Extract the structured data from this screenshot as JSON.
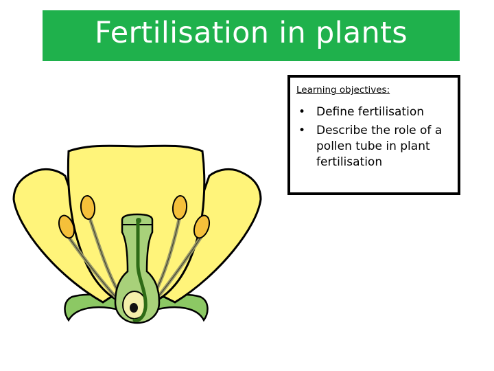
{
  "slide": {
    "title": "Fertilisation in plants",
    "colors": {
      "title_background": "#1fb14c",
      "title_text": "#ffffff",
      "petal_fill": "#fff47a",
      "anther_fill": "#f5c03a",
      "pistil_fill": "#a8d17a",
      "pollen_tube": "#2e6b16"
    }
  },
  "objectives": {
    "heading": "Learning objectives:",
    "items": [
      {
        "text": "Define fertilisation"
      },
      {
        "text": "Describe the role of a pollen tube in plant fertilisation"
      }
    ]
  },
  "diagram": {
    "icon": "flower-cross-section-illustration"
  }
}
